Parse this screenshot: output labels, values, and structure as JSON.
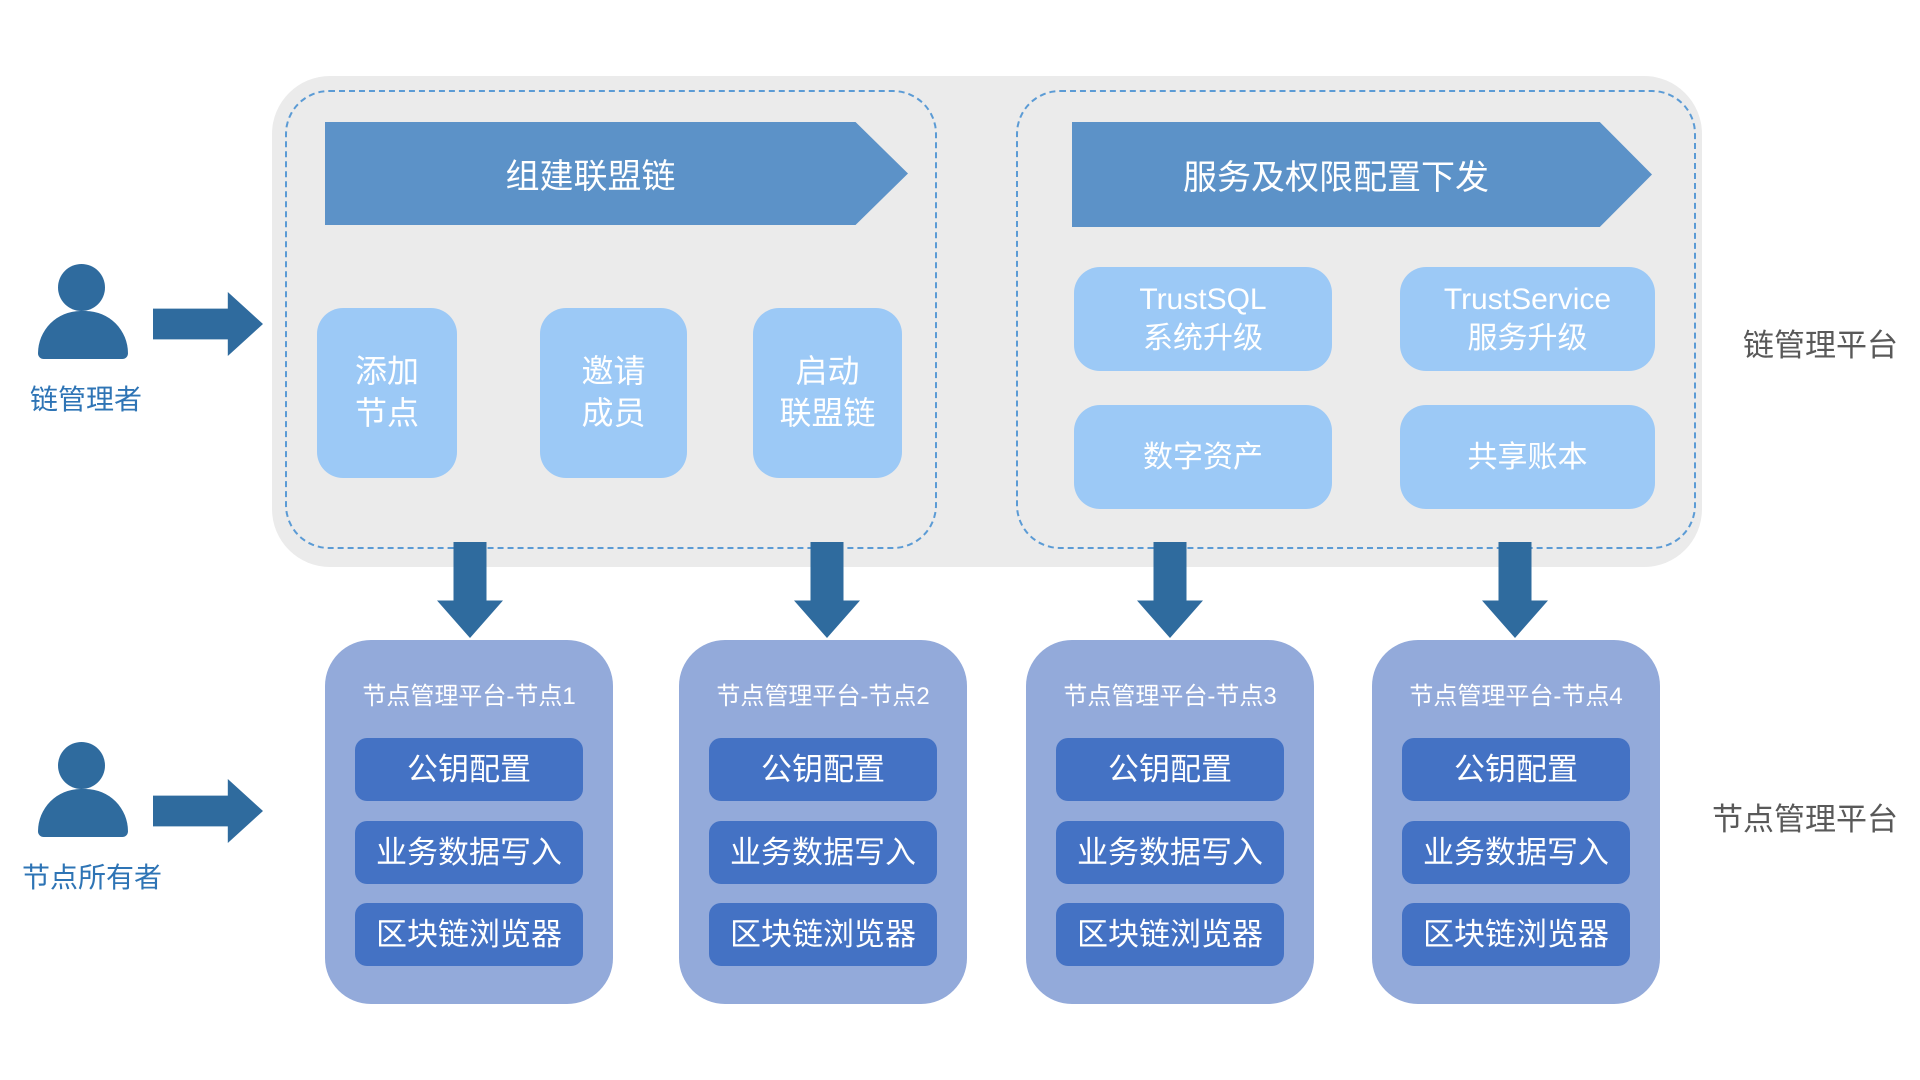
{
  "colors": {
    "banner_blue": "#5C92C8",
    "light_item_blue": "#9CC9F6",
    "node_outer_blue": "#93AADA",
    "node_inner_blue": "#4472C4",
    "arrow_person_blue": "#2F6B9E",
    "container_gray": "#EBEBEB",
    "dashed_border_blue": "#5B9BD5",
    "side_label_gray": "#595959",
    "actor_label_blue": "#2E74B5"
  },
  "actors": {
    "chain_manager": "链管理者",
    "node_owner": "节点所有者"
  },
  "chain_platform": {
    "side_label": "链管理平台",
    "build_section": {
      "banner": "组建联盟链",
      "add_node": {
        "line1": "添加",
        "line2": "节点"
      },
      "invite_member": {
        "line1": "邀请",
        "line2": "成员"
      },
      "start_chain": {
        "line1": "启动",
        "line2": "联盟链"
      }
    },
    "service_section": {
      "banner": "服务及权限配置下发",
      "trustsql": {
        "line1": "TrustSQL",
        "line2": "系统升级"
      },
      "trustservice": {
        "line1": "TrustService",
        "line2": "服务升级"
      },
      "digital_asset": "数字资产",
      "shared_ledger": "共享账本"
    }
  },
  "node_platform": {
    "side_label": "节点管理平台",
    "nodes": [
      {
        "title": "节点管理平台-节点1",
        "items": [
          "公钥配置",
          "业务数据写入",
          "区块链浏览器"
        ]
      },
      {
        "title": "节点管理平台-节点2",
        "items": [
          "公钥配置",
          "业务数据写入",
          "区块链浏览器"
        ]
      },
      {
        "title": "节点管理平台-节点3",
        "items": [
          "公钥配置",
          "业务数据写入",
          "区块链浏览器"
        ]
      },
      {
        "title": "节点管理平台-节点4",
        "items": [
          "公钥配置",
          "业务数据写入",
          "区块链浏览器"
        ]
      }
    ]
  }
}
